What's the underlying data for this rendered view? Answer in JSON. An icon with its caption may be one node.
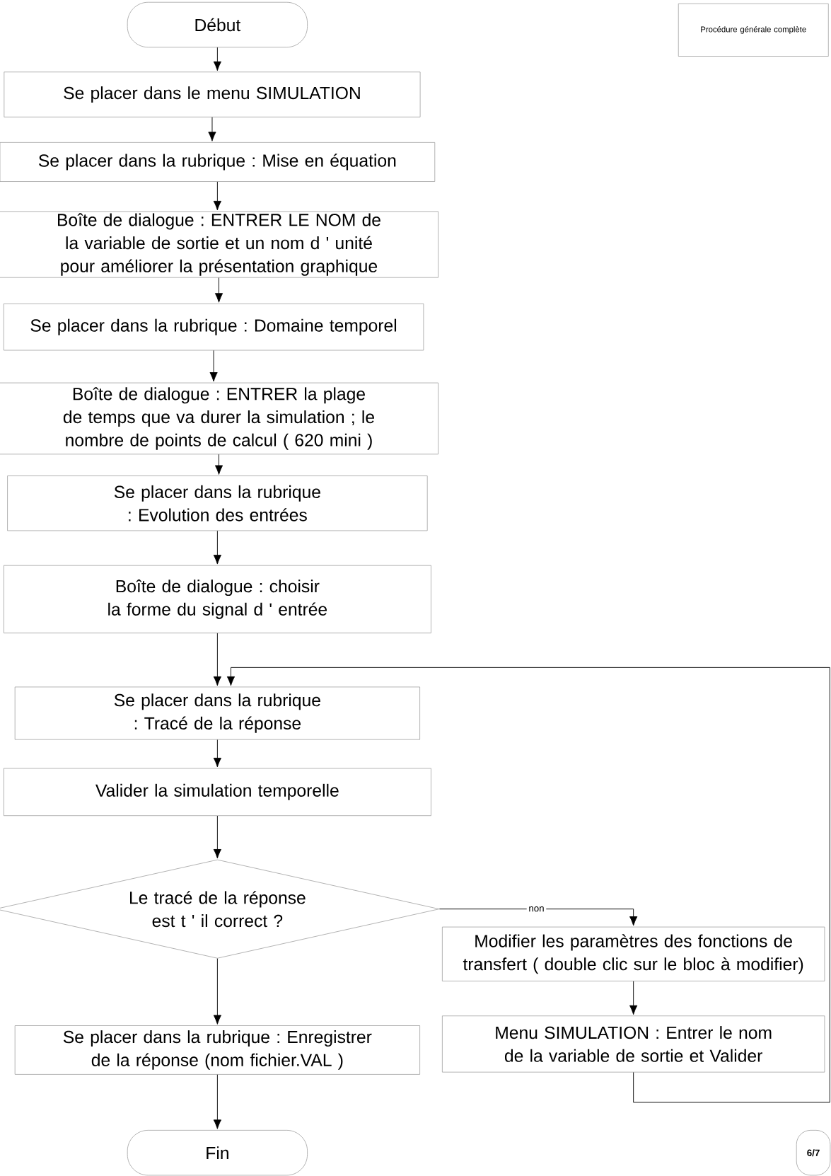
{
  "diagram": {
    "nodes": [
      {
        "text": [
          "Début"
        ]
      },
      {
        "text": [
          "Se placer dans le menu SIMULATION"
        ]
      },
      {
        "text": [
          "Se placer dans la rubrique : Mise en équation"
        ]
      },
      {
        "text": [
          "Boîte de dialogue : ENTRER LE NOM de la variable de sortie et un nom d ' unité pour améliorer la présentation graphique"
        ]
      },
      {
        "text": [
          "Se placer dans la rubrique : Domaine temporel"
        ]
      },
      {
        "text": [
          "Boîte de dialogue : ENTRER la plage de temps que va durer la simulation ; le nombre de points de calcul ( 620 mini )"
        ]
      },
      {
        "text": [
          "Se placer dans la rubrique : Evolution des entrées"
        ]
      },
      {
        "text": [
          "Boîte de dialogue : choisir la forme du signal d ' entrée"
        ]
      },
      {
        "text": [
          "Se placer dans la rubrique : Tracé de la réponse"
        ]
      },
      {
        "text": [
          "Valider la simulation temporelle"
        ]
      },
      {
        "text": [
          "Le tracé de la réponse est t ' il correct ?"
        ]
      },
      {
        "text": [
          "Modifier les paramètres des fonctions de transfert ( double clic sur le bloc à modifier)"
        ]
      },
      {
        "text": [
          "Menu SIMULATION : Entrer le nom de la variable de sortie et Valider"
        ]
      },
      {
        "text": [
          "Se placer dans la rubrique : Enregistrer de la réponse (nom fichier.VAL )"
        ]
      },
      {
        "text": [
          "Fin"
        ]
      },
      {
        "text": [
          "Procédure générale complète"
        ]
      },
      {
        "text": [
          "6/7"
        ]
      }
    ],
    "edges": [
      {
        "from": 0,
        "to": 1,
        "arrow": "to"
      },
      {
        "from": 1,
        "to": 2,
        "arrow": "to"
      },
      {
        "from": 2,
        "to": 3,
        "arrow": "to"
      },
      {
        "from": 3,
        "to": 4,
        "arrow": "to"
      },
      {
        "from": 4,
        "to": 5,
        "arrow": "to"
      },
      {
        "from": 5,
        "to": 6,
        "arrow": "to"
      },
      {
        "from": 6,
        "to": 7,
        "arrow": "to"
      },
      {
        "from": 7,
        "to": 8,
        "arrow": "to"
      },
      {
        "from": 8,
        "to": 9,
        "arrow": "to"
      },
      {
        "from": 9,
        "to": 10,
        "arrow": "to"
      },
      {
        "from": 10,
        "to": 11,
        "arrow": "to",
        "label": "non"
      },
      {
        "from": 11,
        "to": 12,
        "arrow": "to"
      },
      {
        "from": 12,
        "to": 8,
        "arrow": "to"
      },
      {
        "from": 10,
        "to": 13,
        "arrow": "to"
      },
      {
        "from": 13,
        "to": 14,
        "arrow": "to"
      }
    ]
  }
}
